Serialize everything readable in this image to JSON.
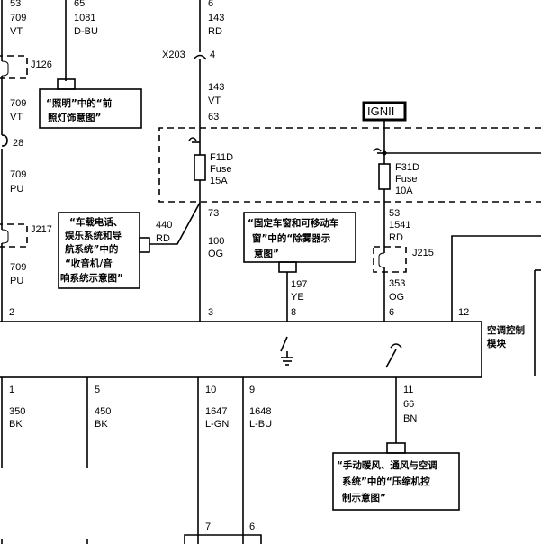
{
  "wires_top_left": {
    "w53": {
      "num": "53",
      "color": "VT"
    },
    "w709a": {
      "num": "709",
      "color": "VT"
    },
    "w65": {
      "num": "65",
      "color": ""
    },
    "w1081": {
      "num": "1081",
      "color": "D-BU"
    },
    "w6": {
      "num": "6",
      "color": ""
    },
    "w143a": {
      "num": "143",
      "color": "RD"
    },
    "w709b": {
      "num": "709",
      "color": "VT"
    },
    "w709c": {
      "num": "709",
      "color": "PU"
    },
    "w709d": {
      "num": "709",
      "color": "PU"
    },
    "w143b": {
      "num": "143",
      "color": "VT"
    },
    "w63": {
      "num": "63"
    },
    "w28": {
      "num": "28"
    }
  },
  "connectors": {
    "x203": "X203",
    "x203_pin": "4",
    "j126": "J126",
    "j217": "J217",
    "j215": "J215"
  },
  "power": {
    "label": "IGNII"
  },
  "fuses": {
    "f11d": {
      "name": "F11D",
      "type": "Fuse",
      "rating": "15A"
    },
    "f31d": {
      "name": "F31D",
      "type": "Fuse",
      "rating": "10A"
    }
  },
  "mid_wires": {
    "w73": "73",
    "w440": {
      "num": "440",
      "color": "RD"
    },
    "w100": {
      "num": "100",
      "color": "OG"
    },
    "w53b": "53",
    "w1541": {
      "num": "1541",
      "color": "RD"
    },
    "w197": {
      "num": "197",
      "color": "YE"
    },
    "w353": {
      "num": "353",
      "color": "OG"
    }
  },
  "refs": {
    "lighting": [
      "“照明”中的“前",
      "照灯饰意图”"
    ],
    "radio": [
      "“车载电话、",
      "娱乐系统和导",
      "航系统”中的",
      "“收音机/音",
      "响系统示意图”"
    ],
    "defog": [
      "“固定车窗和可移动车",
      "窗”中的“除雾器示",
      "意图”"
    ],
    "hvac": [
      "“手动暖风、通风与空调",
      "系统”中的“压缩机控",
      "制示意图”"
    ]
  },
  "module": {
    "label_line1": "空调控制",
    "label_line2": "模块",
    "pins_top": [
      "2",
      "3",
      "8",
      "6",
      "12"
    ],
    "pins_bottom": [
      "1",
      "5",
      "10",
      "9",
      "11"
    ]
  },
  "bottom_wires": {
    "w350": {
      "num": "350",
      "color": "BK"
    },
    "w450": {
      "num": "450",
      "color": "BK"
    },
    "w1647": {
      "num": "1647",
      "color": "L-GN"
    },
    "w1648": {
      "num": "1648",
      "color": "L-BU"
    },
    "w66": {
      "num": "66",
      "color": "BN"
    },
    "pin7": "7",
    "pin6": "6"
  }
}
